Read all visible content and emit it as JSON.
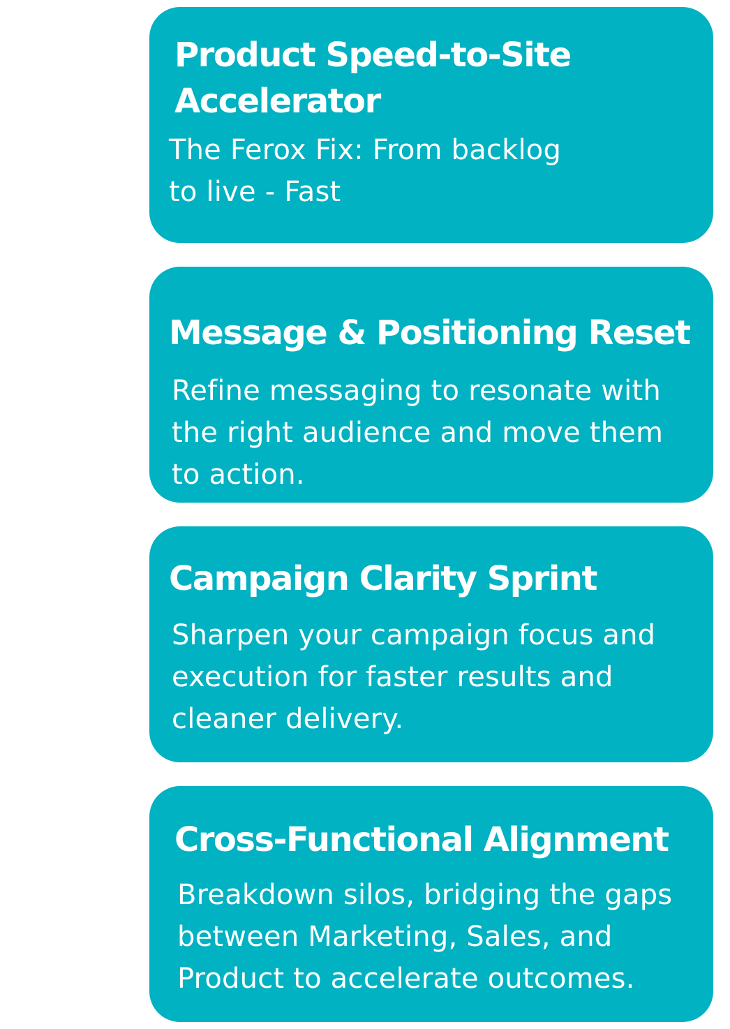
{
  "cards": [
    {
      "title": "Product Speed-to-Site Accelerator",
      "description_lines": [
        "The Ferox Fix: From backlog",
        "to live - Fast"
      ]
    },
    {
      "title": "Message & Positioning Reset",
      "description_lines": [
        "Refine messaging to resonate with",
        "the right audience and move them",
        "to action."
      ]
    },
    {
      "title": "Campaign Clarity Sprint",
      "description_lines": [
        "Sharpen your campaign focus and",
        "execution for faster results and",
        "cleaner delivery."
      ]
    },
    {
      "title": "Cross-Functional Alignment",
      "description_lines": [
        "Breakdown silos, bridging the gaps",
        "between Marketing, Sales, and",
        "Product to accelerate outcomes."
      ]
    }
  ],
  "colors": {
    "card_background": "#00b2c2",
    "text": "#ffffff",
    "page_background": "#ffffff"
  }
}
